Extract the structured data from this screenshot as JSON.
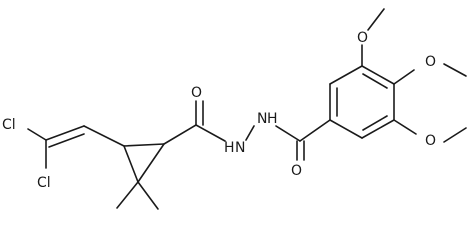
{
  "molecule": {
    "atoms": {
      "cl_upper": "Cl",
      "cl_lower": "Cl",
      "o_amide_left": "O",
      "nh_left": "H",
      "n_left": "N",
      "nh_right": "H",
      "n_right": "N",
      "o_amide_right": "O",
      "o_meo_top": "O",
      "o_meo_mid": "O",
      "o_meo_bot": "O"
    }
  }
}
